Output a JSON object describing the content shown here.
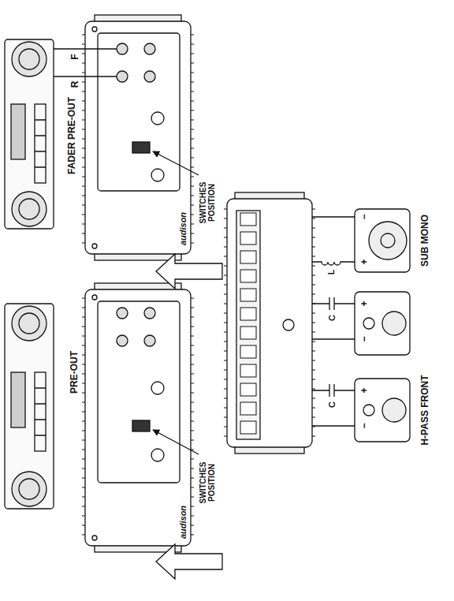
{
  "diagram": {
    "labels": [
      "FADER PRE-OUT",
      "F",
      "R",
      "PRE-OUT",
      "audison",
      "audison",
      "SWITCHES POSITION",
      "SWITCHES POSITION",
      "L",
      "C",
      "C",
      "−",
      "+",
      "+",
      "−",
      "+",
      "−",
      "SUB MONO",
      "H-PASS FRONT"
    ]
  }
}
